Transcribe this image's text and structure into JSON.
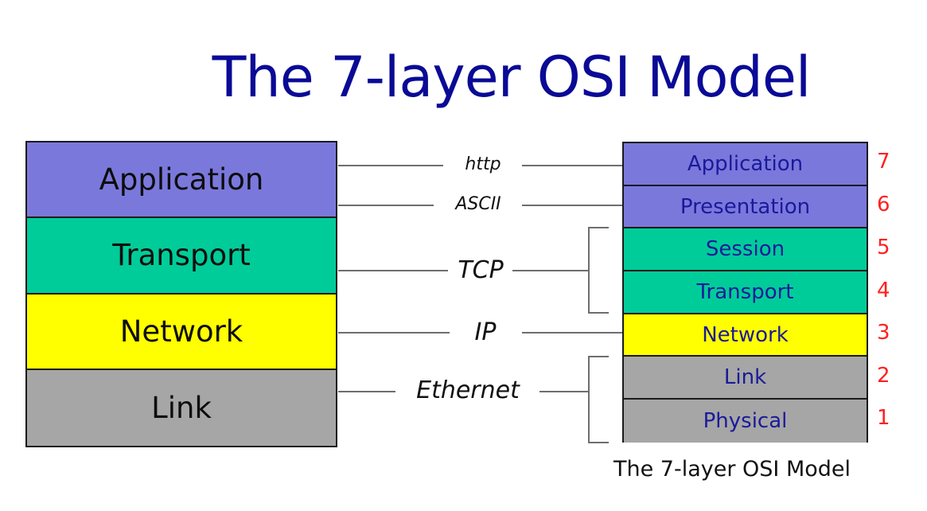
{
  "title": "The 7-layer OSI Model",
  "caption": "The 7-layer OSI Model",
  "left_stack": {
    "layers": [
      "Application",
      "Transport",
      "Network",
      "Link"
    ]
  },
  "right_stack": {
    "layers": [
      "Application",
      "Presentation",
      "Session",
      "Transport",
      "Network",
      "Link",
      "Physical"
    ],
    "numbers": [
      "7",
      "6",
      "5",
      "4",
      "3",
      "2",
      "1"
    ]
  },
  "protocols": {
    "http": "http",
    "ascii": "ASCII",
    "tcp": "TCP",
    "ip": "IP",
    "ethernet": "Ethernet"
  },
  "colors": {
    "title": "#0a0a96",
    "application": "#7b78dc",
    "transport": "#00cc99",
    "network": "#ffff00",
    "link": "#a6a6a6",
    "layer_numbers": "#ff2020",
    "right_layer_text": "#1a1a9a"
  }
}
